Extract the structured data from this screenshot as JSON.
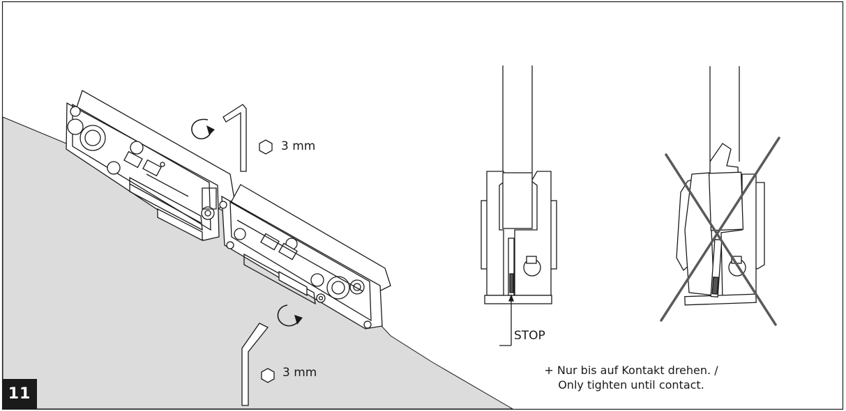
{
  "step_number": "11",
  "tool_size_top": "3 mm",
  "tool_size_bottom": "3 mm",
  "stop_label": "STOP",
  "note_line1": "+ Nur bis auf Kontakt drehen. /",
  "note_line2": "Only tighten until contact.",
  "colors": {
    "line": "#1a1a1a",
    "surface": "#dcdcdc",
    "cross": "#5a5a5a",
    "badge": "#1a1a1a"
  },
  "icons": [
    "hex-wrench-icon",
    "rotate-arrow-icon",
    "hexagon-icon",
    "cross-mark-icon"
  ]
}
